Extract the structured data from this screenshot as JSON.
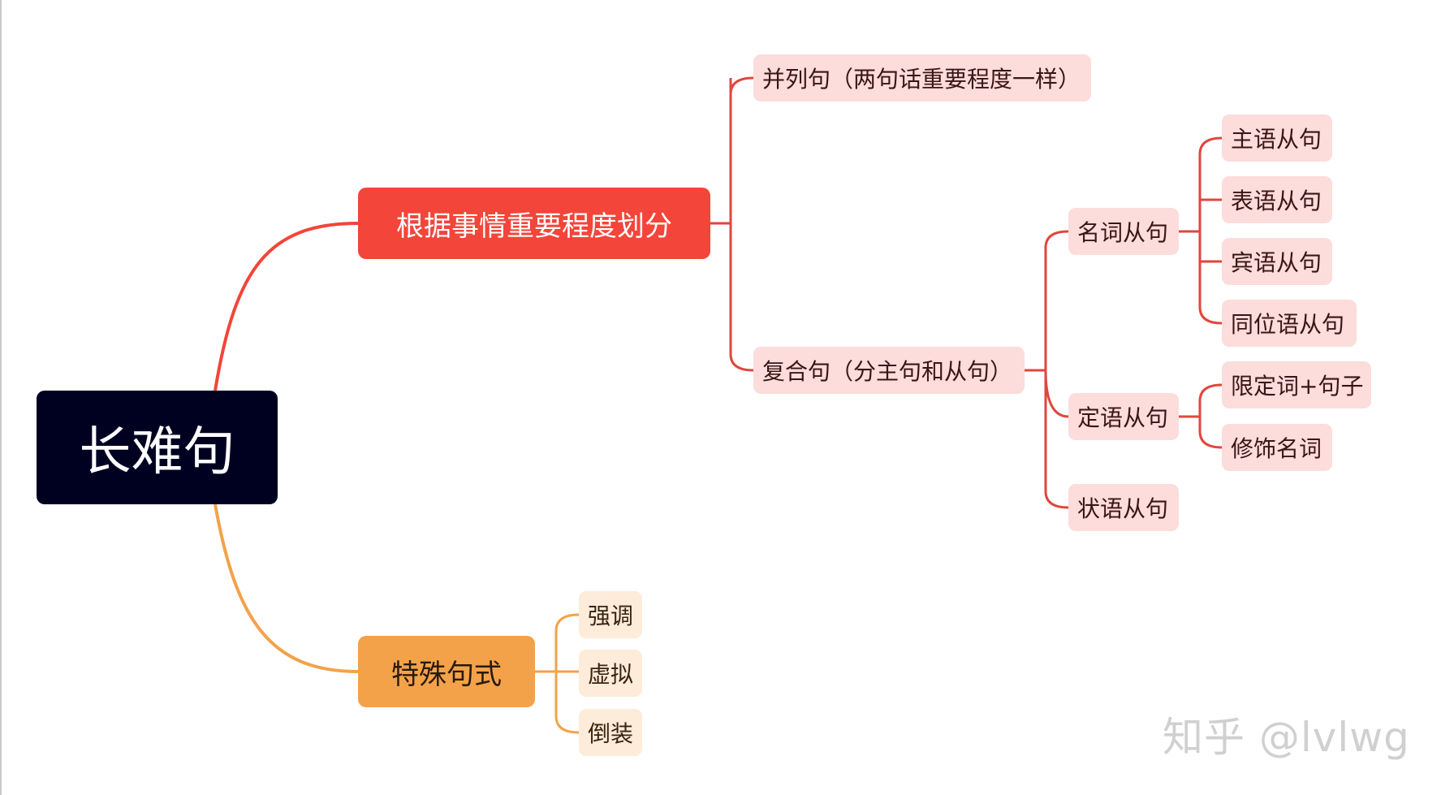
{
  "root": {
    "label": "长难句"
  },
  "branch_importance": {
    "label": "根据事情重要程度划分",
    "color": "#f34539",
    "children": {
      "parallel": "并列句（两句话重要程度一样）",
      "compound": {
        "label": "复合句（分主句和从句）",
        "noun_clause": {
          "label": "名词从句",
          "items": [
            "主语从句",
            "表语从句",
            "宾语从句",
            "同位语从句"
          ]
        },
        "attributive_clause": {
          "label": "定语从句",
          "items": [
            "限定词+句子",
            "修饰名词"
          ]
        },
        "adverbial_clause": {
          "label": "状语从句"
        }
      }
    }
  },
  "branch_special": {
    "label": "特殊句式",
    "color": "#f3a24a",
    "items": [
      "强调",
      "虚拟",
      "倒装"
    ]
  },
  "watermark": "知乎 @lvlwg"
}
